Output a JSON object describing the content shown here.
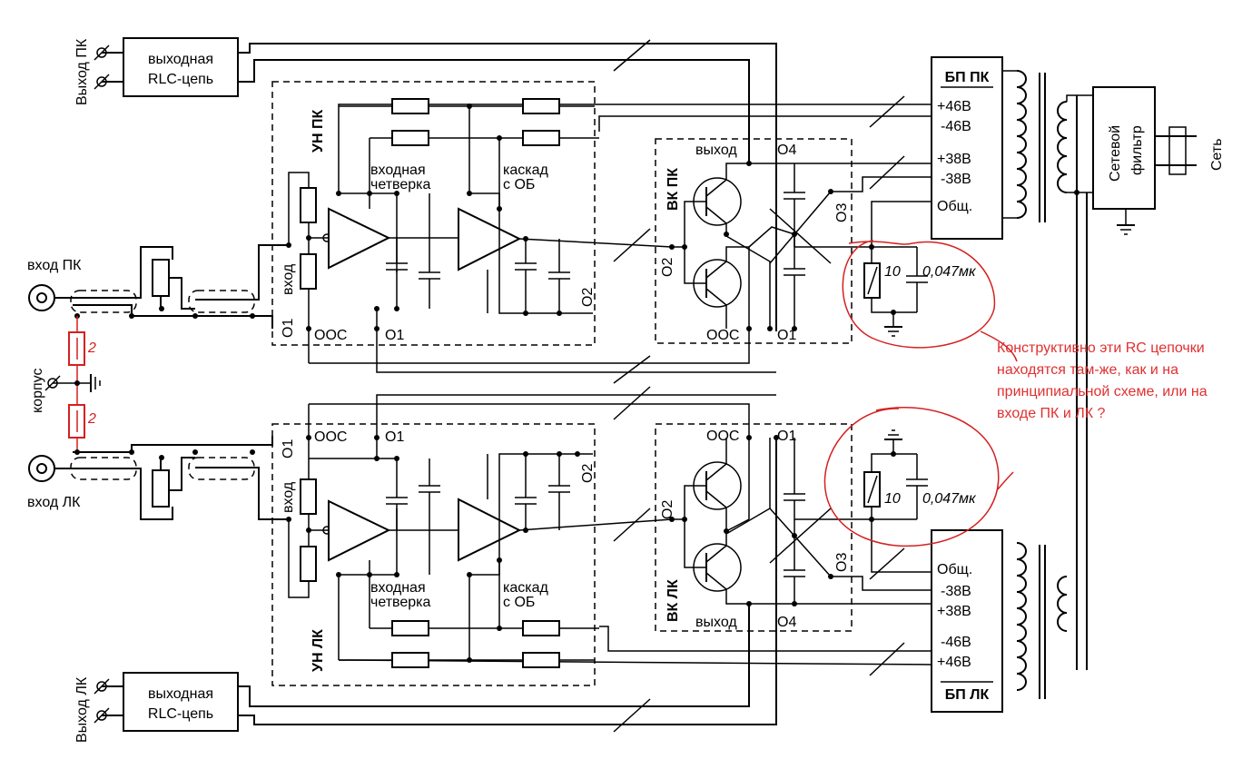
{
  "blocks": {
    "rlc_top": [
      "выходная",
      "RLC-цепь"
    ],
    "rlc_bottom": [
      "выходная",
      "RLC-цепь"
    ],
    "filter": [
      "Сетевой",
      "фильтр"
    ],
    "psu_pk": "БП ПК",
    "psu_lk": "БП ЛК",
    "un_pk": "УН ПК",
    "un_lk": "УН ЛК",
    "vk_pk": "ВК ПК",
    "vk_lk": "ВК ЛК"
  },
  "labels": {
    "out_pk": "Выход ПК",
    "out_lk": "Выход ЛК",
    "in_pk": "вход ПК",
    "in_lk": "вход ЛК",
    "korpus": "корпус",
    "set": "Сеть",
    "vhod": "вход",
    "input_quad": [
      "входная",
      "четверка"
    ],
    "cascade": [
      "каскад",
      "с ОБ"
    ],
    "vyhod": "выход",
    "ooc": "ООС",
    "o1": "О1",
    "o2": "О2",
    "o3": "О3",
    "o4": "О4",
    "psu_pk_rails": [
      "+46В",
      "-46В",
      "+38В",
      "-38В",
      "Общ."
    ],
    "psu_lk_rails": [
      "Общ.",
      "-38В",
      "+38В",
      "-46В",
      "+46В"
    ],
    "r_korpus": "2",
    "r_snubber": "10",
    "c_snubber": "0,047мк"
  },
  "annotation": "Конструктивно эти RC цепочки находятся там-же, как и на принципиальной схеме, или на входе ПК и ЛК ?",
  "colors": {
    "wire": "#000000",
    "annotation": "#e03030"
  }
}
